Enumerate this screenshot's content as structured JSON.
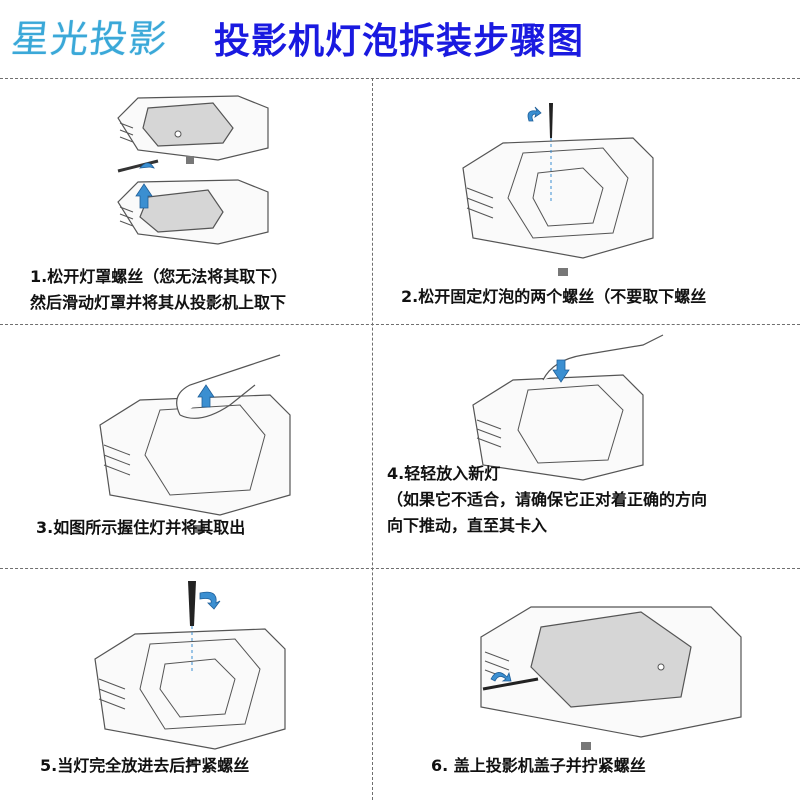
{
  "header": {
    "logo_text": "星光投影",
    "title": "投影机灯泡拆装步骤图"
  },
  "steps": [
    {
      "lines": [
        "1.松开灯罩螺丝（您无法将其取下）",
        "然后滑动灯罩并将其从投影机上取下"
      ]
    },
    {
      "lines": [
        "2.松开固定灯泡的两个螺丝（不要取下螺丝"
      ]
    },
    {
      "lines": [
        "3.如图所示握住灯并将其取出"
      ]
    },
    {
      "lines": [
        "4.轻轻放入新灯",
        "（如果它不适合，请确保它正对着正确的方向",
        "向下推动，直至其卡入"
      ]
    },
    {
      "lines": [
        "5.当灯完全放进去后拧紧螺丝"
      ]
    },
    {
      "lines": [
        "6. 盖上投影机盖子并拧紧螺丝"
      ]
    }
  ],
  "colors": {
    "title": "#1a1ae0",
    "logo": "#3aa8d8",
    "arrow": "#3b8fd1"
  }
}
